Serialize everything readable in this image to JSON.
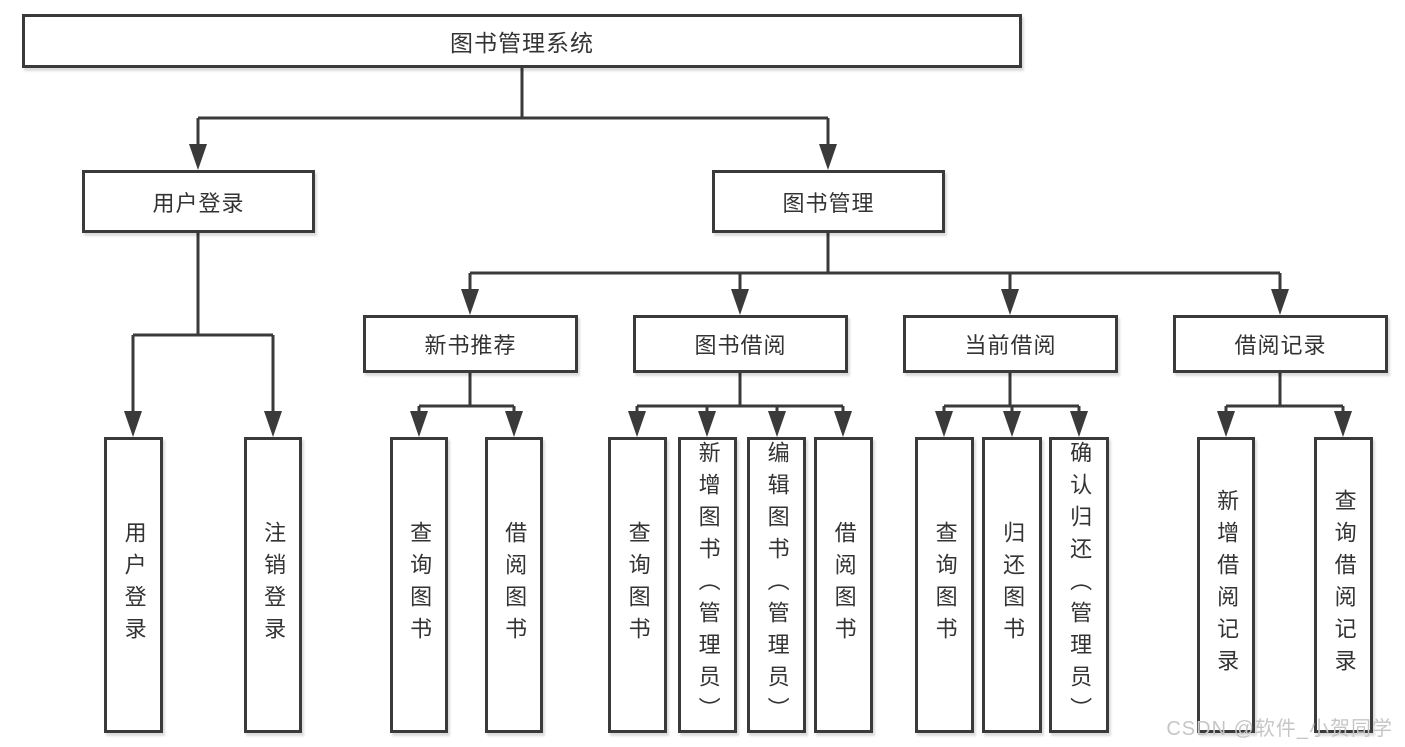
{
  "diagram": {
    "title": "图书管理系统",
    "root": {
      "label": "图书管理系统"
    },
    "branches": [
      {
        "label": "用户登录",
        "children": [
          {
            "label": "用户登录"
          },
          {
            "label": "注销登录"
          }
        ]
      },
      {
        "label": "图书管理",
        "children": [
          {
            "label": "新书推荐",
            "children": [
              {
                "label": "查询图书"
              },
              {
                "label": "借阅图书"
              }
            ]
          },
          {
            "label": "图书借阅",
            "children": [
              {
                "label": "查询图书"
              },
              {
                "label": "新增图书（管理员）"
              },
              {
                "label": "编辑图书（管理员）"
              },
              {
                "label": "借阅图书"
              }
            ]
          },
          {
            "label": "当前借阅",
            "children": [
              {
                "label": "查询图书"
              },
              {
                "label": "归还图书"
              },
              {
                "label": "确认归还（管理员）"
              }
            ]
          },
          {
            "label": "借阅记录",
            "children": [
              {
                "label": "新增借阅记录"
              },
              {
                "label": "查询借阅记录"
              }
            ]
          }
        ]
      }
    ]
  },
  "watermark": {
    "text": "CSDN @软件_小贺同学"
  },
  "colors": {
    "line": "#3a3a3a",
    "text": "#333333",
    "background": "#ffffff",
    "watermark": "#c6c6c6"
  }
}
